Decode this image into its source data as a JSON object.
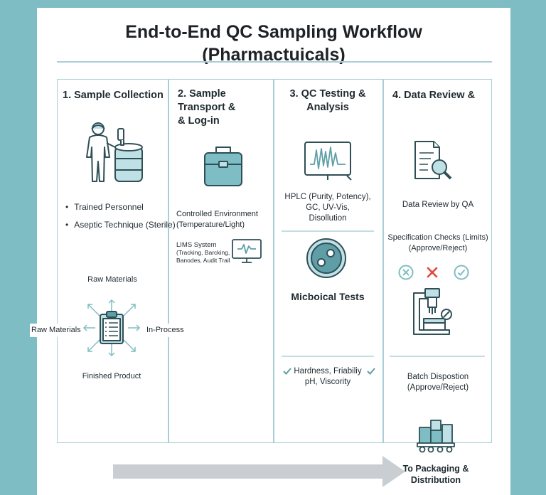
{
  "title": {
    "line1": "End-to-End QC Sampling Workflow",
    "line2": "(Pharmactuicals)"
  },
  "columns": [
    {
      "heading": [
        "1. Sample Collection"
      ],
      "bullets": [
        "Trained Personnel",
        "Aseptic Technique (Sterile)"
      ],
      "hub": {
        "top": "Raw Materials",
        "left": "Raw Materials",
        "right": "In-Process",
        "bottom": "Finished Product"
      }
    },
    {
      "heading": [
        "2. Sample",
        "Transport &",
        "& Log-in"
      ],
      "environment": [
        "Controlled Environment",
        "(Temperature/Light)"
      ],
      "lims": [
        "LIMS System",
        "(Tracking, Barcking,",
        "Banodes, Audit Trail"
      ]
    },
    {
      "heading": [
        "3. QC Testing &",
        "Analysis"
      ],
      "instruments": [
        "HPLC (Purity, Potency),",
        "GC, UV-Vis,",
        "Disollution"
      ],
      "micro": "Micboical Tests",
      "physical": [
        "Hardness, Friabiliy",
        "pH, Viscority"
      ]
    },
    {
      "heading": [
        "4. Data Review &"
      ],
      "review": "Data Review by QA",
      "spec": [
        "Specification Checks (Limits)",
        "(Approve/Reject)"
      ],
      "batch": [
        "Batch Dispostion",
        "(Approve/Reject)"
      ]
    }
  ],
  "final": [
    "To Packaging &",
    "Distribution"
  ],
  "colors": {
    "background": "#7fbdc4",
    "accent": "#5f9ea6",
    "icon_fill": "#bfe0e4",
    "icon_stroke": "#2f4f57",
    "reject": "#e0493a",
    "divider": "#a9cfd6"
  },
  "icons": [
    "person-with-barrel-icon",
    "clipboard-icon",
    "cooler-box-icon",
    "monitor-waveform-icon",
    "chromatograph-monitor-icon",
    "petri-dish-icon",
    "document-magnifier-icon",
    "circle-x-icon",
    "red-x-icon",
    "circle-check-icon",
    "microscope-icon",
    "packages-cart-icon"
  ]
}
